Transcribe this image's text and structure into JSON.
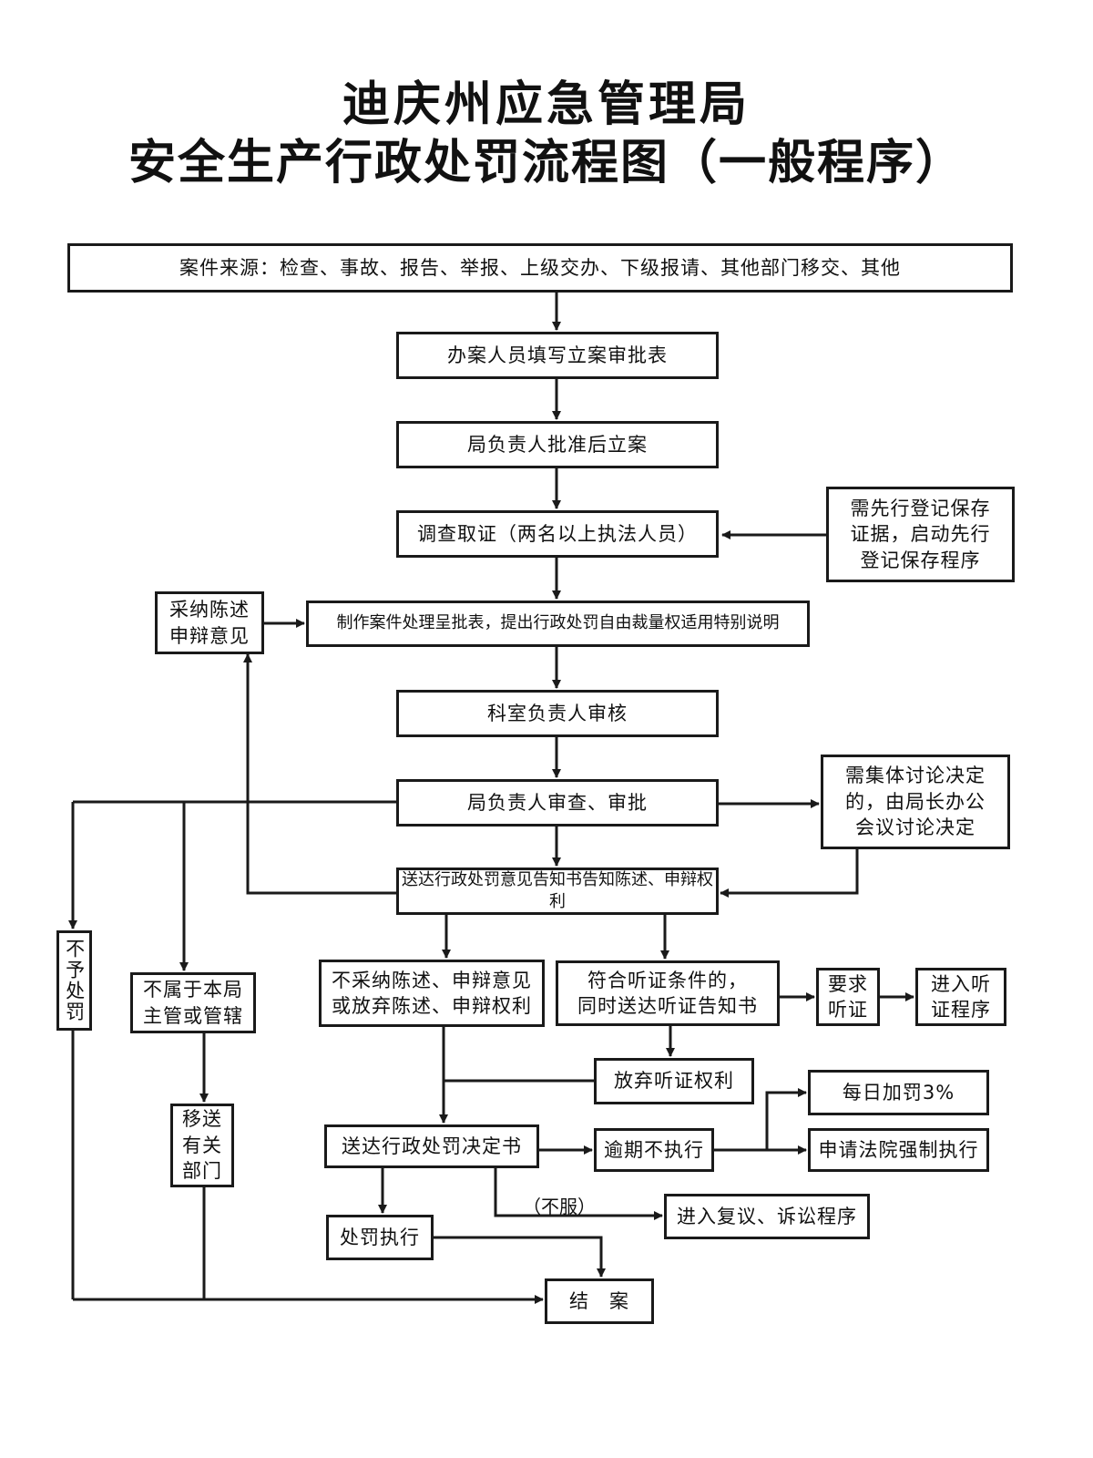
{
  "title": {
    "line1": "迪庆州应急管理局",
    "line2": "安全生产行政处罚流程图（一般程序）"
  },
  "nodes": {
    "source": "案件来源：检查、事故、报告、举报、上级交办、下级报请、其他部门移交、其他",
    "fill_form": "办案人员填写立案审批表",
    "approve_case": "局负责人批准后立案",
    "investigate": "调查取证（两名以上执法人员）",
    "preserve": "需先行登记保存\n证据，启动先行\n登记保存程序",
    "adopt": "采纳陈述\n申辩意见",
    "draft": "制作案件处理呈批表，提出行政处罚自由裁量权适用特别说明",
    "section_review": "科室负责人审核",
    "bureau_review": "局负责人审查、审批",
    "collective": "需集体讨论决定\n的，由局长办公\n会议讨论决定",
    "notify": "送达行政处罚意见告知书告知陈述、申辩权利",
    "no_penalty": "不予处罚",
    "not_jurisdiction": "不属于本局\n主管或管辖",
    "reject_statement": "不采纳陈述、申辩意见\n或放弃陈述、申辩权利",
    "hearing_eligible": "符合听证条件的，\n同时送达听证告知书",
    "request_hearing": "要求\n听证",
    "enter_hearing": "进入听\n证程序",
    "waive_hearing": "放弃听证权利",
    "transfer": "移送\n有关\n部门",
    "daily_fine": "每日加罚3%",
    "deliver_decision": "送达行政处罚决定书",
    "overdue": "逾期不执行",
    "court": "申请法院强制执行",
    "appeal": "进入复议、诉讼程序",
    "execute": "处罚执行",
    "close": "结　案"
  },
  "edge_labels": {
    "disagree": "（不服）"
  }
}
